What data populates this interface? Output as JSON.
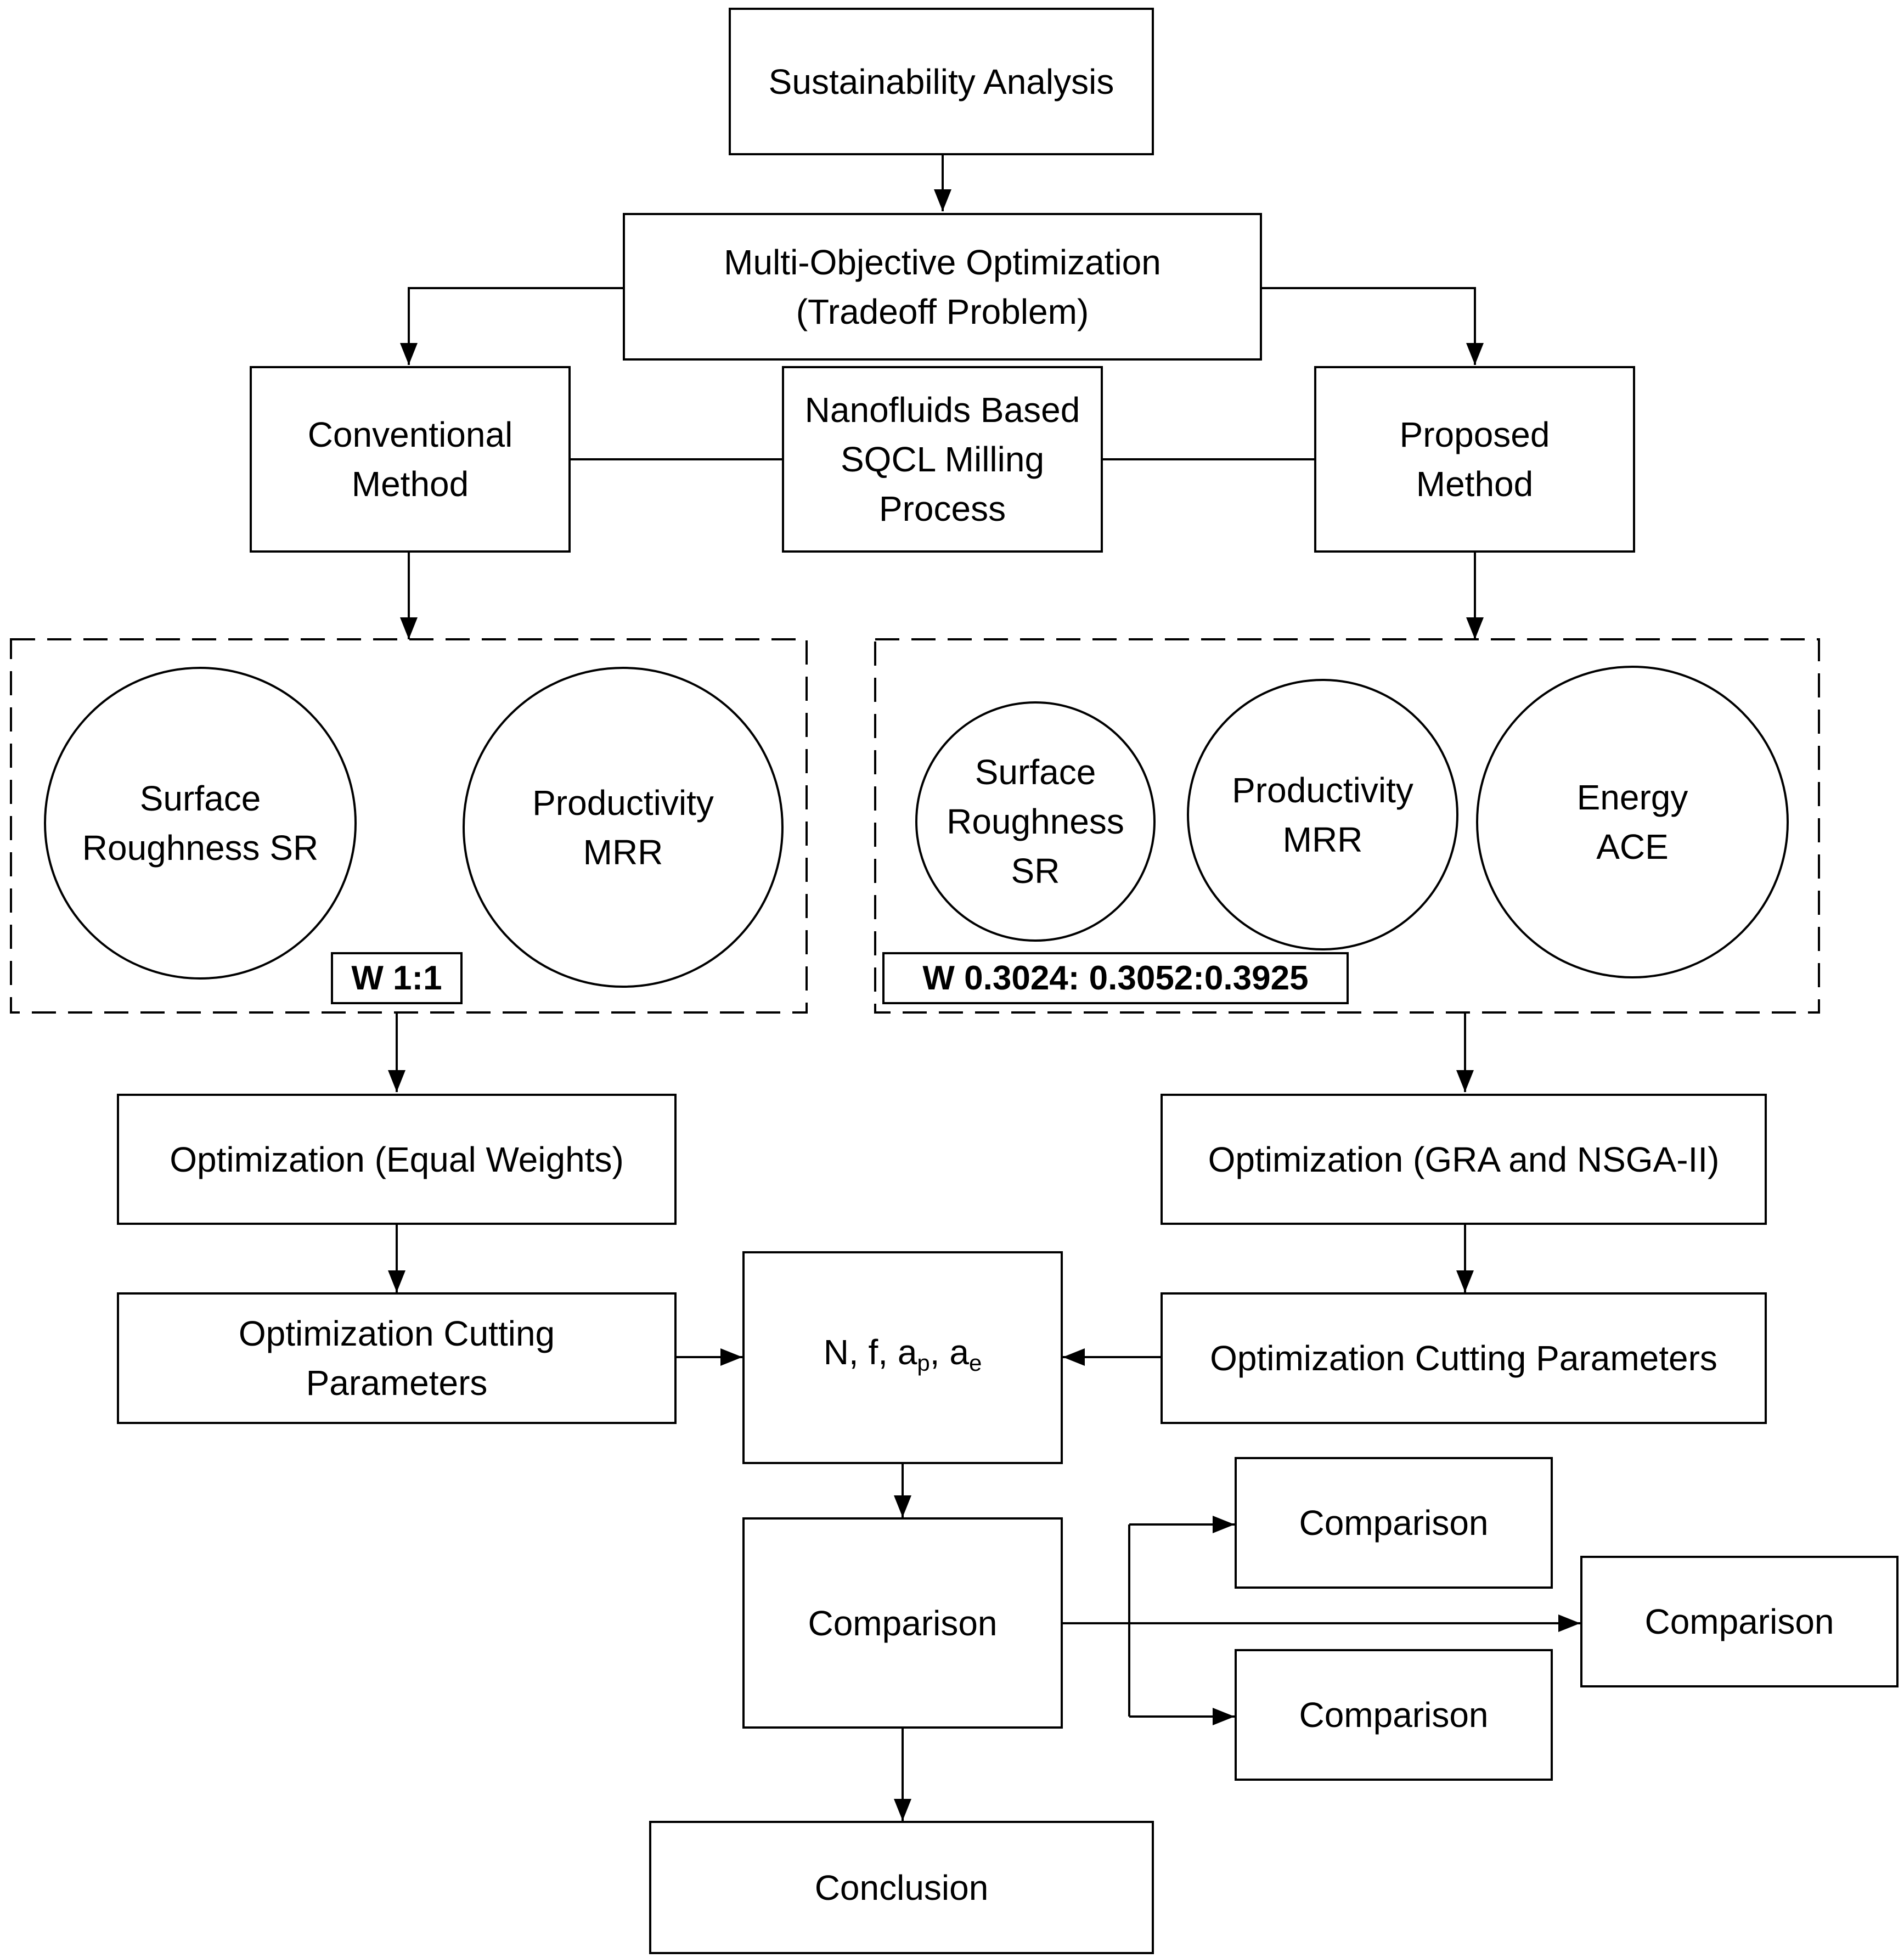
{
  "nodes": {
    "sustainability": "Sustainability Analysis",
    "moo": "Multi-Objective Optimization\n(Tradeoff Problem)",
    "conventional": "Conventional\nMethod",
    "nanofluids": "Nanofluids Based\nSQCL Milling\nProcess",
    "proposed": "Proposed\nMethod",
    "opt_equal": "Optimization (Equal Weights)",
    "opt_gra": "Optimization (GRA and NSGA-II)",
    "ocp_left": "Optimization Cutting\nParameters",
    "ocp_right": "Optimization Cutting Parameters",
    "comparison_main": "Comparison",
    "comparison_top": "Comparison",
    "comparison_right": "Comparison",
    "comparison_bottom": "Comparison",
    "conclusion": "Conclusion"
  },
  "params": {
    "prefix": "N, f, a",
    "sub_p": "p",
    "mid": ", a",
    "sub_e": "e"
  },
  "left_group": {
    "circle1": "Surface\nRoughness SR",
    "circle2": "Productivity\nMRR",
    "weight": "W 1:1"
  },
  "right_group": {
    "circle1": "Surface\nRoughness\nSR",
    "circle2": "Productivity\nMRR",
    "circle3": "Energy\nACE",
    "weight": "W 0.3024: 0.3052:0.3925"
  }
}
